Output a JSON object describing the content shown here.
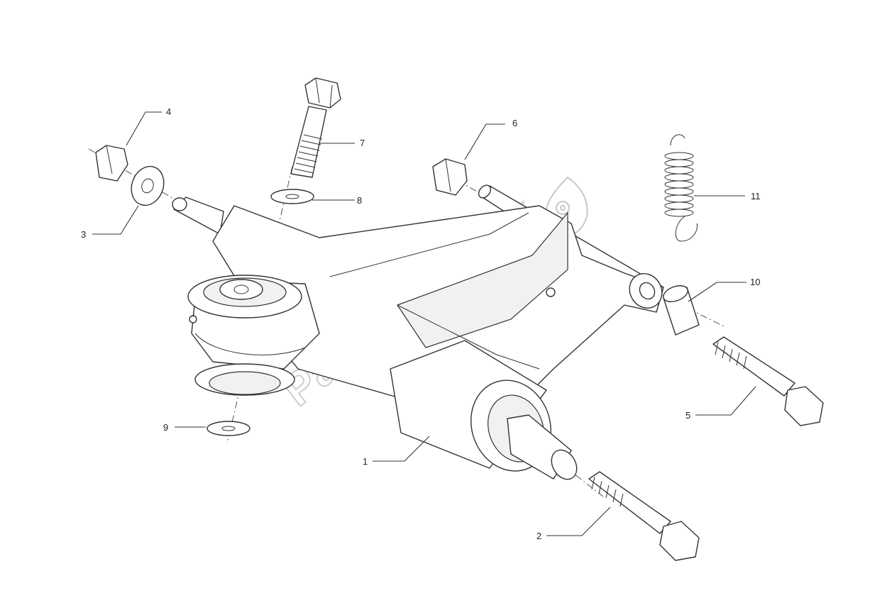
{
  "watermark": {
    "text": "PartsRepublik",
    "color": "#bdbdbd"
  },
  "callouts": [
    {
      "id": "1",
      "label": "1"
    },
    {
      "id": "2",
      "label": "2"
    },
    {
      "id": "3",
      "label": "3"
    },
    {
      "id": "4",
      "label": "4"
    },
    {
      "id": "5",
      "label": "5"
    },
    {
      "id": "6",
      "label": "6"
    },
    {
      "id": "7",
      "label": "7"
    },
    {
      "id": "8",
      "label": "8"
    },
    {
      "id": "9",
      "label": "9"
    },
    {
      "id": "10",
      "label": "10"
    },
    {
      "id": "11",
      "label": "11"
    }
  ],
  "colors": {
    "line": "#333333",
    "background": "#ffffff"
  }
}
